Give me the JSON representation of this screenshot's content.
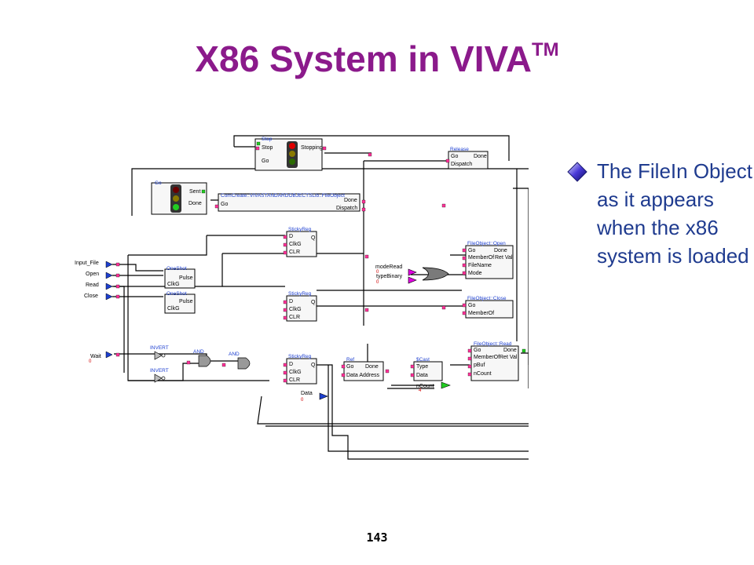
{
  "slide": {
    "title": "X86 System in VIVA",
    "title_superscript": "TM",
    "bullet_text": "The FileIn Object as it appears when the x86 system is loaded",
    "page_number": "143"
  },
  "diagram": {
    "inputs": [
      "Input_File",
      "Open",
      "Read",
      "Close",
      "Wait"
    ],
    "wait_value": "0",
    "blocks": {
      "stop": {
        "title": "Stop",
        "port_in_1": "Stop",
        "port_in_2": "Go",
        "port_out": "Stopping"
      },
      "release": {
        "title": "Release",
        "port_in_1": "Go",
        "port_in_2": "Dispatch",
        "port_out": "Done"
      },
      "go": {
        "title": "Go",
        "port_out_1": "Sent",
        "port_out_2": "Done"
      },
      "comcreate": {
        "title": "ComCreate::VIVASTANDARDOBJECTSLib::FileObject",
        "port_in": "Go",
        "port_out_1": "Done",
        "port_out_2": "Dispatch"
      },
      "stickyreg_1": {
        "title": "StickyReg",
        "p1": "D",
        "p2": "ClkG",
        "p3": "CLR",
        "out": "Q"
      },
      "stickyreg_2": {
        "title": "StickyReg",
        "p1": "D",
        "p2": "ClkG",
        "p3": "CLR",
        "out": "Q"
      },
      "stickyreg_3": {
        "title": "StickyReg",
        "p1": "D",
        "p2": "ClkG",
        "p3": "CLR",
        "out": "Q"
      },
      "oneshot_1": {
        "title": "OneShot",
        "p1": "Pulse",
        "p2": "ClkG"
      },
      "oneshot_2": {
        "title": "OneShot",
        "p1": "Pulse",
        "p2": "ClkG"
      },
      "fileobject_open": {
        "title": "FileObject::Open",
        "p1": "Go",
        "p2": "MemberOf",
        "p3": "FileName",
        "p4": "Mode",
        "out_1": "Done",
        "out_2": "Ret Val"
      },
      "fileobject_close": {
        "title": "FileObject::Close",
        "p1": "Go",
        "p2": "MemberOf"
      },
      "fileobject_read": {
        "title": "FileObject::Read",
        "p1": "Go",
        "p2": "MemberOf",
        "p3": "pBuf",
        "p4": "nCount",
        "out_1": "Done",
        "out_2": "Ret Val"
      },
      "ref": {
        "title": "Ref",
        "p1": "Go",
        "p2": "Data Address",
        "out": "Done"
      },
      "cast": {
        "title": "$Cast",
        "p1": "Type",
        "p2": "Data",
        "out": "nCount",
        "val": "4"
      },
      "data_node": {
        "label": "Data",
        "val": "0"
      }
    },
    "gates": [
      "INVERT",
      "INVERT",
      "AND",
      "AND"
    ],
    "mode_labels": [
      "modeRead",
      "typeBinary",
      "0",
      "0"
    ]
  }
}
